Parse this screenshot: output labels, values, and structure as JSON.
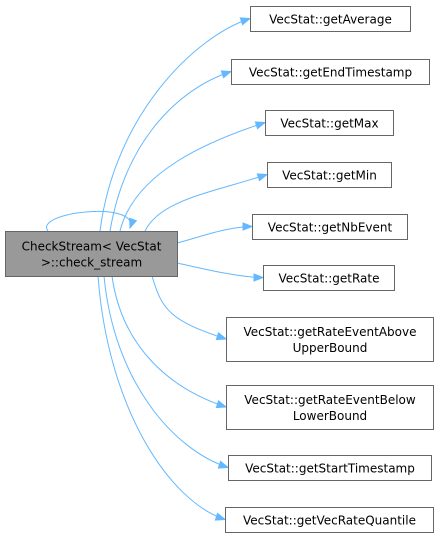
{
  "diagram": {
    "type": "call-graph",
    "colors": {
      "edge": "#63b8ff",
      "root_fill": "#999999",
      "node_fill": "#ffffff",
      "node_border": "#666666",
      "text": "#000000"
    },
    "root": {
      "id": "check_stream",
      "lines": [
        "CheckStream< VecStat",
        ">::check_stream"
      ]
    },
    "callees": [
      {
        "id": "getAverage",
        "lines": [
          "VecStat::getAverage"
        ]
      },
      {
        "id": "getEndTimestamp",
        "lines": [
          "VecStat::getEndTimestamp"
        ]
      },
      {
        "id": "getMax",
        "lines": [
          "VecStat::getMax"
        ]
      },
      {
        "id": "getMin",
        "lines": [
          "VecStat::getMin"
        ]
      },
      {
        "id": "getNbEvent",
        "lines": [
          "VecStat::getNbEvent"
        ]
      },
      {
        "id": "getRate",
        "lines": [
          "VecStat::getRate"
        ]
      },
      {
        "id": "getRateEventAboveUpperBound",
        "lines": [
          "VecStat::getRateEventAbove",
          "UpperBound"
        ]
      },
      {
        "id": "getRateEventBelowLowerBound",
        "lines": [
          "VecStat::getRateEventBelow",
          "LowerBound"
        ]
      },
      {
        "id": "getStartTimestamp",
        "lines": [
          "VecStat::getStartTimestamp"
        ]
      },
      {
        "id": "getVecRateQuantile",
        "lines": [
          "VecStat::getVecRateQuantile"
        ]
      }
    ],
    "self_call": true
  }
}
